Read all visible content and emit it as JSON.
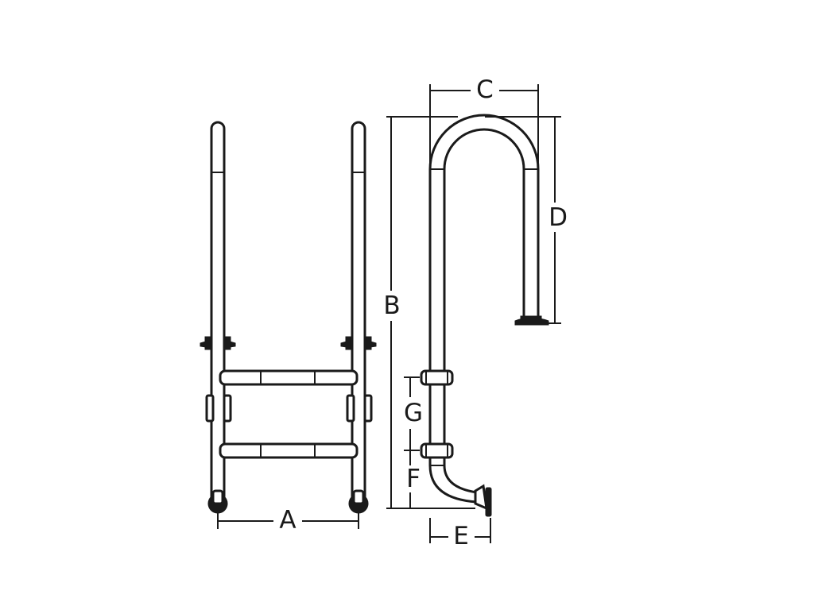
{
  "diagram": {
    "labels": {
      "a": "A",
      "b": "B",
      "c": "C",
      "d": "D",
      "e": "E",
      "f": "F",
      "g": "G"
    },
    "colors": {
      "line": "#1a1a1a",
      "background": "#ffffff"
    }
  }
}
